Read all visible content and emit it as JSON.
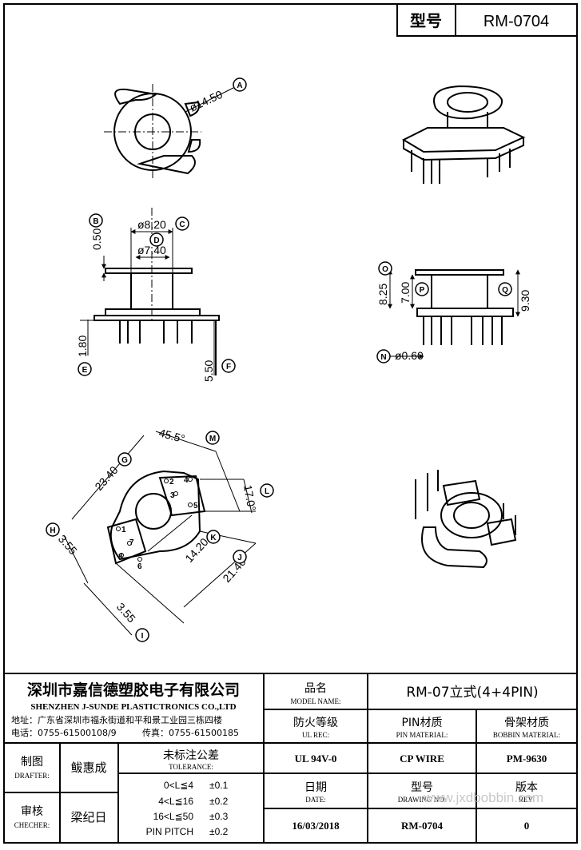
{
  "header": {
    "label": "型号",
    "code": "RM-0704"
  },
  "dimensions": {
    "A": "ø14.50",
    "B": "0.50",
    "C": "ø8.20",
    "D": "ø7.40",
    "E": "1.80",
    "F": "5.50",
    "G": "23.40",
    "H": "3.55",
    "I": "3.55",
    "J": "21.40",
    "K": "14.20",
    "L": "17.0°",
    "M": "45.5°",
    "N": "ø0.60",
    "O": "8.25",
    "P": "7.00",
    "Q": "9.30"
  },
  "pins": [
    "1",
    "2",
    "3",
    "4",
    "5",
    "6",
    "7",
    "8"
  ],
  "title_block": {
    "company_cn": "深圳市嘉信德塑胶电子有限公司",
    "company_en": "SHENZHEN J-SUNDE PLASTICTRONICS CO.,LTD",
    "address": "地址：广东省深圳市福永街道和平和景工业园三栋四楼",
    "phone": "电话：0755-61500108/9",
    "fax": "传真：0755-61500185",
    "model_name_cn": "品名",
    "model_name_en": "MODEL NAME:",
    "model_value": "RM-07立式(4+4PIN)",
    "ul_cn": "防火等级",
    "ul_en": "UL REC:",
    "ul_value": "UL 94V-0",
    "pin_mat_cn": "PIN材质",
    "pin_mat_en": "PIN MATERIAL:",
    "pin_mat_value": "CP WIRE",
    "bob_mat_cn": "骨架材质",
    "bob_mat_en": "BOBBIN MATERIAL:",
    "bob_mat_value": "PM-9630",
    "drafter_cn": "制图",
    "drafter_en": "DRAFTER:",
    "drafter_value": "鲅惠成",
    "checker_cn": "审核",
    "checker_en": "CHECHER:",
    "checker_value": "梁纪日",
    "tol_cn": "未标注公差",
    "tol_en": "TOLERANCE:",
    "tol_rows": [
      {
        "range": "0<L≦4",
        "value": "±0.1"
      },
      {
        "range": "4<L≦16",
        "value": "±0.2"
      },
      {
        "range": "16<L≦50",
        "value": "±0.3"
      },
      {
        "range": "PIN PITCH",
        "value": "±0.2"
      }
    ],
    "date_cn": "日期",
    "date_en": "DATE:",
    "date_value": "16/03/2018",
    "drawing_cn": "型号",
    "drawing_en": "DRAWING NO:",
    "drawing_value": "RM-0704",
    "rev_cn": "版本",
    "rev_en": "REV:",
    "rev_value": "0"
  },
  "watermark": "www.jxdbobbin.com"
}
